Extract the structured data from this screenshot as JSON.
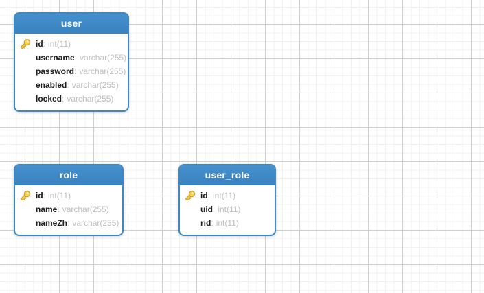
{
  "ui": {
    "colon": ":"
  },
  "colors": {
    "table_header_bg": "#3d87c5",
    "table_border": "#3d87c5",
    "header_text": "#ffffff",
    "field_name_text": "#1c1c1c",
    "field_type_text": "#bdbdbd",
    "key_icon_gold": "#f7ce46",
    "grid_major_line": "#cfcfcf",
    "grid_minor_line": "#f1f1f1"
  },
  "tables": [
    {
      "name": "user",
      "fields": [
        {
          "name": "id",
          "type": "int(11)",
          "primary_key": true
        },
        {
          "name": "username",
          "type": "varchar(255)",
          "primary_key": false
        },
        {
          "name": "password",
          "type": "varchar(255)",
          "primary_key": false
        },
        {
          "name": "enabled",
          "type": "varchar(255)",
          "primary_key": false
        },
        {
          "name": "locked",
          "type": "varchar(255)",
          "primary_key": false
        }
      ]
    },
    {
      "name": "role",
      "fields": [
        {
          "name": "id",
          "type": "int(11)",
          "primary_key": true
        },
        {
          "name": "name",
          "type": "varchar(255)",
          "primary_key": false
        },
        {
          "name": "nameZh",
          "type": "varchar(255)",
          "primary_key": false
        }
      ]
    },
    {
      "name": "user_role",
      "fields": [
        {
          "name": "id",
          "type": "int(11)",
          "primary_key": true
        },
        {
          "name": "uid",
          "type": "int(11)",
          "primary_key": false
        },
        {
          "name": "rid",
          "type": "int(11)",
          "primary_key": false
        }
      ]
    }
  ]
}
